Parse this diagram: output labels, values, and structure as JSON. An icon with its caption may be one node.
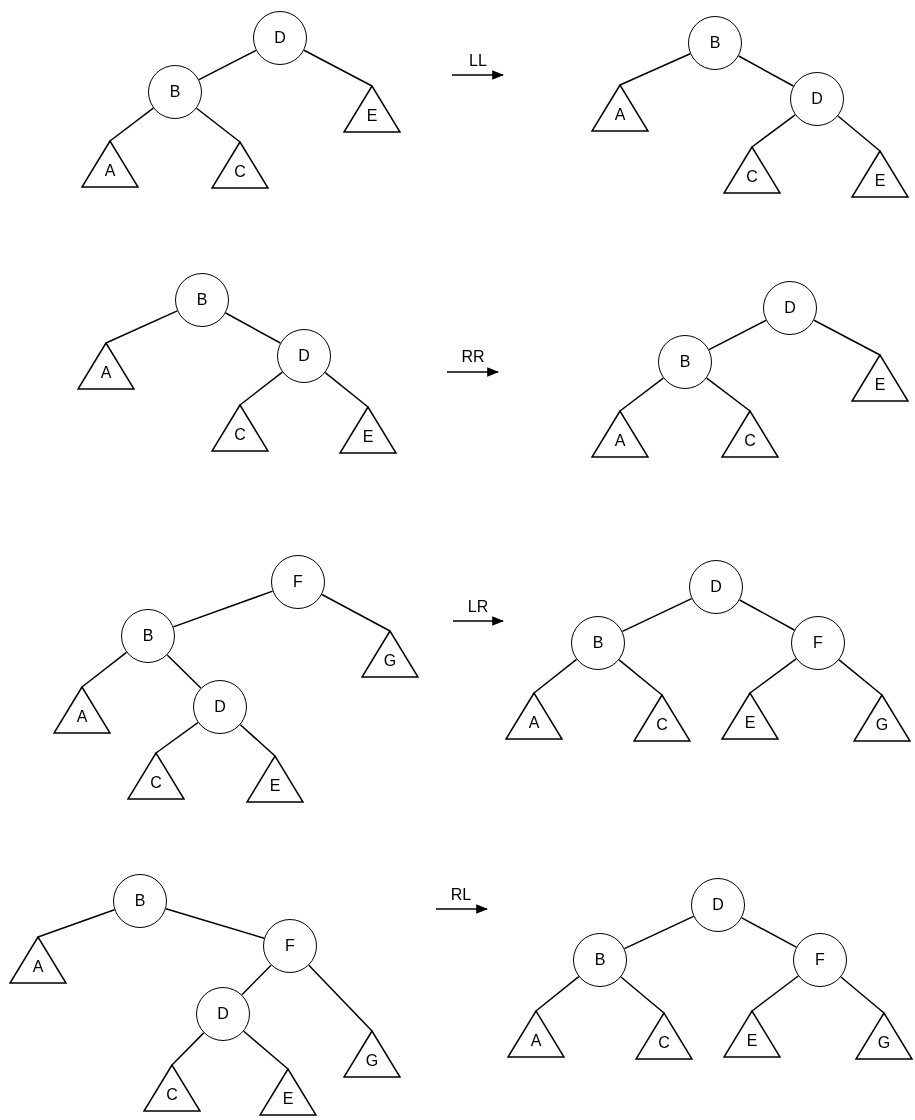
{
  "diagram": {
    "nodes": [
      {
        "text": [
          "D"
        ]
      },
      {
        "text": [
          "B"
        ]
      },
      {
        "text": [
          "E"
        ]
      },
      {
        "text": [
          "A"
        ]
      },
      {
        "text": [
          "C"
        ]
      },
      {
        "text": [
          "B"
        ]
      },
      {
        "text": [
          "A"
        ]
      },
      {
        "text": [
          "D"
        ]
      },
      {
        "text": [
          "C"
        ]
      },
      {
        "text": [
          "E"
        ]
      },
      {
        "text": [
          "B"
        ]
      },
      {
        "text": [
          "A"
        ]
      },
      {
        "text": [
          "D"
        ]
      },
      {
        "text": [
          "C"
        ]
      },
      {
        "text": [
          "E"
        ]
      },
      {
        "text": [
          "D"
        ]
      },
      {
        "text": [
          "B"
        ]
      },
      {
        "text": [
          "E"
        ]
      },
      {
        "text": [
          "A"
        ]
      },
      {
        "text": [
          "C"
        ]
      },
      {
        "text": [
          "F"
        ]
      },
      {
        "text": [
          "B"
        ]
      },
      {
        "text": [
          "G"
        ]
      },
      {
        "text": [
          "A"
        ]
      },
      {
        "text": [
          "D"
        ]
      },
      {
        "text": [
          "C"
        ]
      },
      {
        "text": [
          "E"
        ]
      },
      {
        "text": [
          "D"
        ]
      },
      {
        "text": [
          "B"
        ]
      },
      {
        "text": [
          "F"
        ]
      },
      {
        "text": [
          "A"
        ]
      },
      {
        "text": [
          "C"
        ]
      },
      {
        "text": [
          "E"
        ]
      },
      {
        "text": [
          "G"
        ]
      },
      {
        "text": [
          "B"
        ]
      },
      {
        "text": [
          "A"
        ]
      },
      {
        "text": [
          "F"
        ]
      },
      {
        "text": [
          "D"
        ]
      },
      {
        "text": [
          "G"
        ]
      },
      {
        "text": [
          "C"
        ]
      },
      {
        "text": [
          "E"
        ]
      },
      {
        "text": [
          "D"
        ]
      },
      {
        "text": [
          "B"
        ]
      },
      {
        "text": [
          "F"
        ]
      },
      {
        "text": [
          "A"
        ]
      },
      {
        "text": [
          "C"
        ]
      },
      {
        "text": [
          "E"
        ]
      },
      {
        "text": [
          "G"
        ]
      }
    ],
    "edges": [
      {
        "from": 0,
        "to": 1,
        "arrow": "none"
      },
      {
        "from": 0,
        "to": 2,
        "arrow": "none"
      },
      {
        "from": 1,
        "to": 3,
        "arrow": "none"
      },
      {
        "from": 1,
        "to": 4,
        "arrow": "none"
      },
      {
        "from": 5,
        "to": 6,
        "arrow": "none"
      },
      {
        "from": 5,
        "to": 7,
        "arrow": "none"
      },
      {
        "from": 7,
        "to": 8,
        "arrow": "none"
      },
      {
        "from": 7,
        "to": 9,
        "arrow": "none"
      },
      {
        "from": 10,
        "to": 11,
        "arrow": "none"
      },
      {
        "from": 10,
        "to": 12,
        "arrow": "none"
      },
      {
        "from": 12,
        "to": 13,
        "arrow": "none"
      },
      {
        "from": 12,
        "to": 14,
        "arrow": "none"
      },
      {
        "from": 15,
        "to": 16,
        "arrow": "none"
      },
      {
        "from": 15,
        "to": 17,
        "arrow": "none"
      },
      {
        "from": 16,
        "to": 18,
        "arrow": "none"
      },
      {
        "from": 16,
        "to": 19,
        "arrow": "none"
      },
      {
        "from": 20,
        "to": 21,
        "arrow": "none"
      },
      {
        "from": 20,
        "to": 22,
        "arrow": "none"
      },
      {
        "from": 21,
        "to": 23,
        "arrow": "none"
      },
      {
        "from": 21,
        "to": 24,
        "arrow": "none"
      },
      {
        "from": 24,
        "to": 25,
        "arrow": "none"
      },
      {
        "from": 24,
        "to": 26,
        "arrow": "none"
      },
      {
        "from": 27,
        "to": 28,
        "arrow": "none"
      },
      {
        "from": 27,
        "to": 29,
        "arrow": "none"
      },
      {
        "from": 28,
        "to": 30,
        "arrow": "none"
      },
      {
        "from": 28,
        "to": 31,
        "arrow": "none"
      },
      {
        "from": 29,
        "to": 32,
        "arrow": "none"
      },
      {
        "from": 29,
        "to": 33,
        "arrow": "none"
      },
      {
        "from": 34,
        "to": 35,
        "arrow": "none"
      },
      {
        "from": 34,
        "to": 36,
        "arrow": "none"
      },
      {
        "from": 36,
        "to": 37,
        "arrow": "none"
      },
      {
        "from": 36,
        "to": 38,
        "arrow": "none"
      },
      {
        "from": 37,
        "to": 39,
        "arrow": "none"
      },
      {
        "from": 37,
        "to": 40,
        "arrow": "none"
      },
      {
        "from": 41,
        "to": 42,
        "arrow": "none"
      },
      {
        "from": 41,
        "to": 43,
        "arrow": "none"
      },
      {
        "from": 42,
        "to": 44,
        "arrow": "none"
      },
      {
        "from": 42,
        "to": 45,
        "arrow": "none"
      },
      {
        "from": 43,
        "to": 46,
        "arrow": "none"
      },
      {
        "from": 43,
        "to": 47,
        "arrow": "none"
      }
    ],
    "labels": [
      "LL",
      "RR",
      "LR",
      "RL"
    ]
  }
}
